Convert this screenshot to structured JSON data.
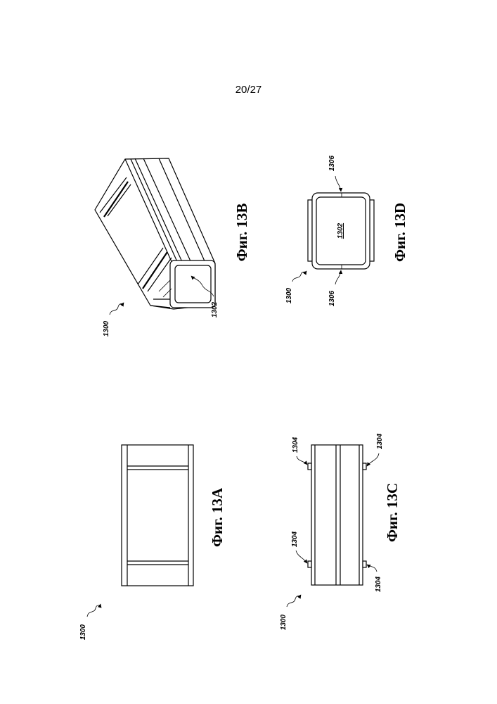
{
  "page": {
    "number": "20/27"
  },
  "figures": {
    "fig_13a": {
      "caption": "Фиг. 13A",
      "ref_assembly": "1300"
    },
    "fig_13b": {
      "caption": "Фиг. 13B",
      "ref_assembly": "1300",
      "ref_opening": "1302"
    },
    "fig_13c": {
      "caption": "Фиг. 13C",
      "ref_assembly": "1300",
      "ref_tab": "1304"
    },
    "fig_13d": {
      "caption": "Фиг. 13D",
      "ref_assembly": "1300",
      "ref_face": "1302",
      "ref_notch": "1306"
    }
  }
}
